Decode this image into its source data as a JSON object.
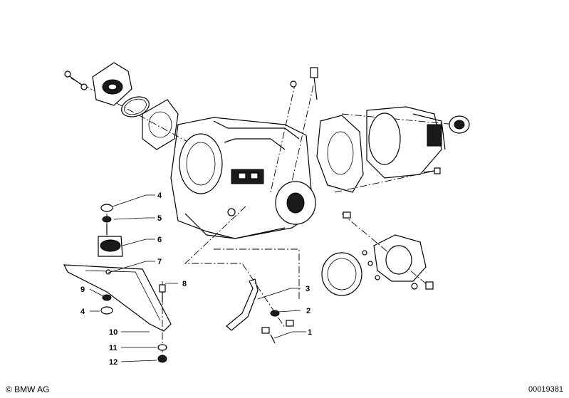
{
  "callouts": [
    {
      "label": "1"
    },
    {
      "label": "2"
    },
    {
      "label": "3"
    },
    {
      "label": "4"
    },
    {
      "label": "5"
    },
    {
      "label": "6"
    },
    {
      "label": "7"
    },
    {
      "label": "8"
    },
    {
      "label": "9"
    },
    {
      "label": "4"
    },
    {
      "label": "10"
    },
    {
      "label": "11"
    },
    {
      "label": "12"
    }
  ],
  "footer": {
    "copyright": "© BMW AG",
    "doc_number": "00019381"
  }
}
